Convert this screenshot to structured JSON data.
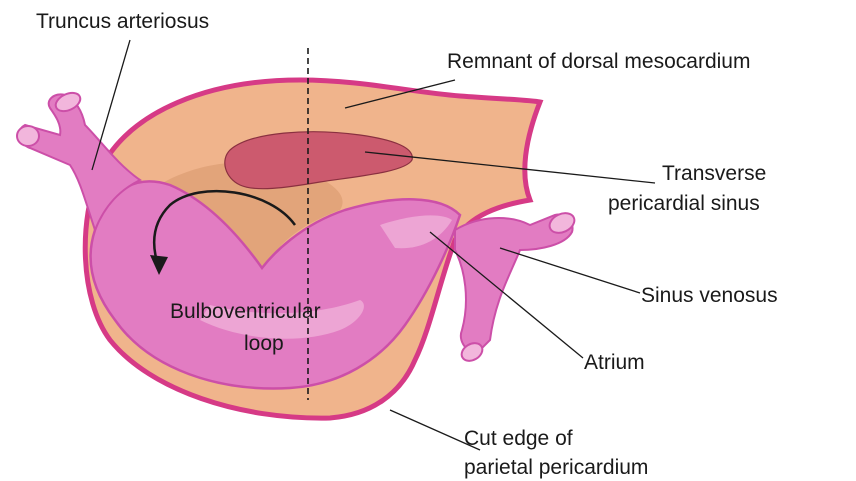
{
  "diagram": {
    "labels": {
      "truncus": "Truncus arteriosus",
      "remnant": "Remnant of dorsal mesocardium",
      "transverse_1": "Transverse",
      "transverse_2": "pericardial sinus",
      "sinus_venosus": "Sinus venosus",
      "bulbo_1": "Bulboventricular",
      "bulbo_2": "loop",
      "atrium": "Atrium",
      "cut_edge_1": "Cut edge of",
      "cut_edge_2": "parietal pericardium"
    },
    "colors": {
      "pericardium_fill": "#f0b48c",
      "pericardium_edge": "#d63a86",
      "heart_tube": "#e27cc2",
      "heart_tube_dark": "#cc4fa8",
      "heart_tube_light": "#f2b6dc",
      "sinus_fill": "#cc5a6e",
      "cavity_shadow": "#d99a6e"
    }
  }
}
